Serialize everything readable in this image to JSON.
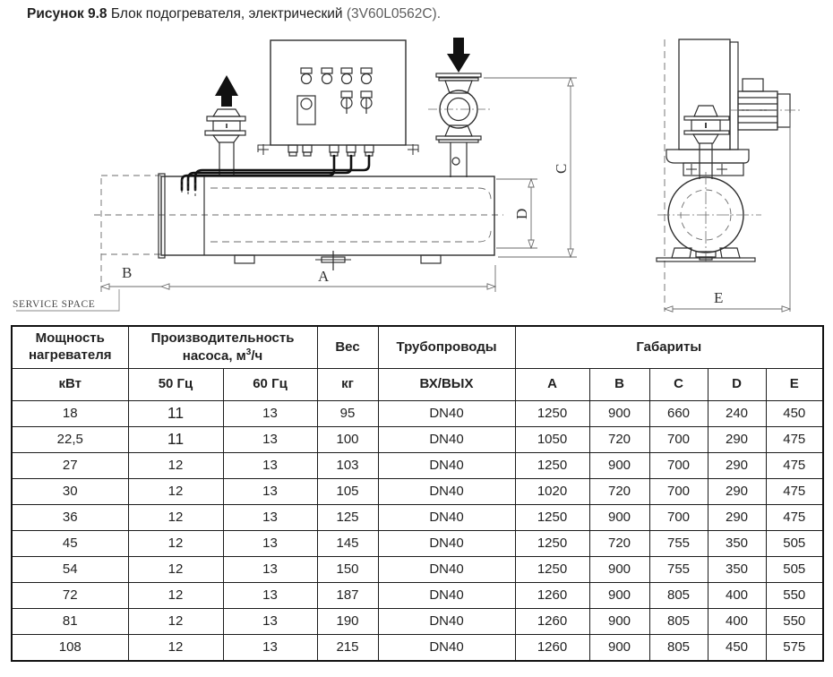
{
  "title": {
    "figure_label": "Рисунок 9.8",
    "text": " Блок подогревателя, электрический ",
    "code": "(3V60L0562C)."
  },
  "drawing": {
    "service_space_label": "SERVICE SPACE",
    "dim_a": "A",
    "dim_b": "B",
    "dim_c": "C",
    "dim_d": "D",
    "dim_e": "E"
  },
  "table": {
    "header": {
      "col_power_l1": "Мощность",
      "col_power_l2": "нагревателя",
      "col_pump_l1": "Производительность",
      "col_pump_l2_pre": "насоса, м",
      "col_pump_sup": "3",
      "col_pump_l2_post": "/ч",
      "col_weight": "Вес",
      "col_pipes": "Трубопроводы",
      "col_dims": "Габариты",
      "sub": [
        "кВт",
        "50 Гц",
        "60 Гц",
        "кг",
        "ВХ/ВЫХ",
        "A",
        "B",
        "C",
        "D",
        "E"
      ]
    },
    "rows": [
      [
        "18",
        "11",
        "13",
        "95",
        "DN40",
        "1250",
        "900",
        "660",
        "240",
        "450"
      ],
      [
        "22,5",
        "11",
        "13",
        "100",
        "DN40",
        "1050",
        "720",
        "700",
        "290",
        "475"
      ],
      [
        "27",
        "12",
        "13",
        "103",
        "DN40",
        "1250",
        "900",
        "700",
        "290",
        "475"
      ],
      [
        "30",
        "12",
        "13",
        "105",
        "DN40",
        "1020",
        "720",
        "700",
        "290",
        "475"
      ],
      [
        "36",
        "12",
        "13",
        "125",
        "DN40",
        "1250",
        "900",
        "700",
        "290",
        "475"
      ],
      [
        "45",
        "12",
        "13",
        "145",
        "DN40",
        "1250",
        "720",
        "755",
        "350",
        "505"
      ],
      [
        "54",
        "12",
        "13",
        "150",
        "DN40",
        "1250",
        "900",
        "755",
        "350",
        "505"
      ],
      [
        "72",
        "12",
        "13",
        "187",
        "DN40",
        "1260",
        "900",
        "805",
        "400",
        "550"
      ],
      [
        "81",
        "12",
        "13",
        "190",
        "DN40",
        "1260",
        "900",
        "805",
        "400",
        "550"
      ],
      [
        "108",
        "12",
        "13",
        "215",
        "DN40",
        "1260",
        "900",
        "805",
        "450",
        "575"
      ]
    ]
  },
  "colors": {
    "text": "#1f1f1f",
    "code_gray": "#5d5d5d",
    "line_main": "#2e2e2e",
    "line_thin": "#6b6b6b"
  }
}
